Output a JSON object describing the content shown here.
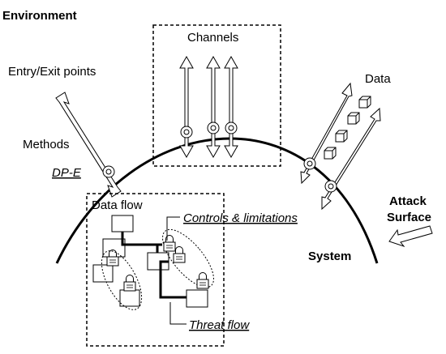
{
  "labels": {
    "environment": "Environment",
    "channels": "Channels",
    "entry_exit_points": "Entry/Exit points",
    "data": "Data",
    "methods": "Methods",
    "dp_e": "DP-E",
    "data_flow": "Data flow",
    "controls_limitations": "Controls & limitations",
    "attack": "Attack",
    "surface": "Surface",
    "system": "System",
    "threat_flow": "Threat flow"
  },
  "colors": {
    "stroke": "#000000",
    "background": "#ffffff"
  },
  "icons": [
    "double-arrow-icon",
    "lock-icon",
    "data-cube-icon",
    "connector-node-icon"
  ]
}
